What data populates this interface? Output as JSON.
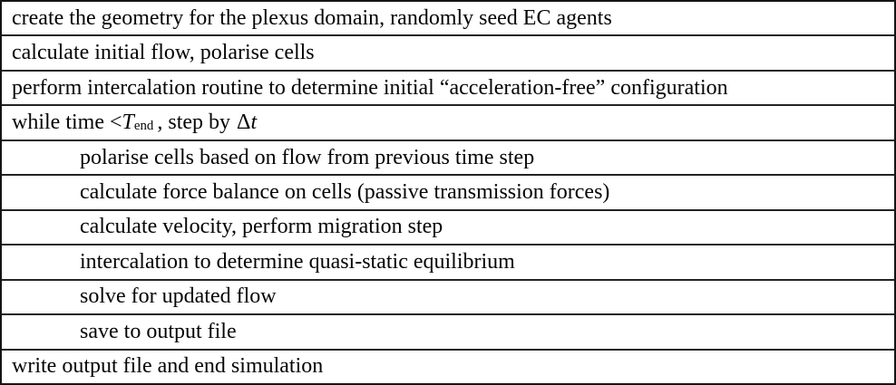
{
  "table": {
    "colors": {
      "background": "#ffffff",
      "border": "#1a1a1a",
      "text": "#050505"
    },
    "rows": [
      {
        "type": "plain",
        "indent": 0,
        "text": "create the geometry for the plexus domain, randomly seed EC agents"
      },
      {
        "type": "plain",
        "indent": 0,
        "text": "calculate initial flow, polarise cells"
      },
      {
        "type": "plain",
        "indent": 0,
        "text": "perform intercalation routine to determine initial “acceleration-free” configuration"
      },
      {
        "type": "while",
        "indent": 0,
        "parts": {
          "before": "while time < ",
          "symbol": "T",
          "subscript": "end",
          "middle": ", step by",
          "delta": "Δ",
          "variable": "t"
        }
      },
      {
        "type": "plain",
        "indent": 1,
        "text": "polarise cells based on flow from previous time step"
      },
      {
        "type": "plain",
        "indent": 1,
        "text": "calculate force balance on cells (passive transmission forces)"
      },
      {
        "type": "plain",
        "indent": 1,
        "text": "calculate velocity, perform migration step"
      },
      {
        "type": "plain",
        "indent": 1,
        "text": "intercalation to determine quasi-static equilibrium"
      },
      {
        "type": "plain",
        "indent": 1,
        "text": "solve for updated flow"
      },
      {
        "type": "plain",
        "indent": 1,
        "text": "save to output file"
      },
      {
        "type": "plain",
        "indent": 0,
        "text": "write output file and end simulation"
      }
    ]
  }
}
